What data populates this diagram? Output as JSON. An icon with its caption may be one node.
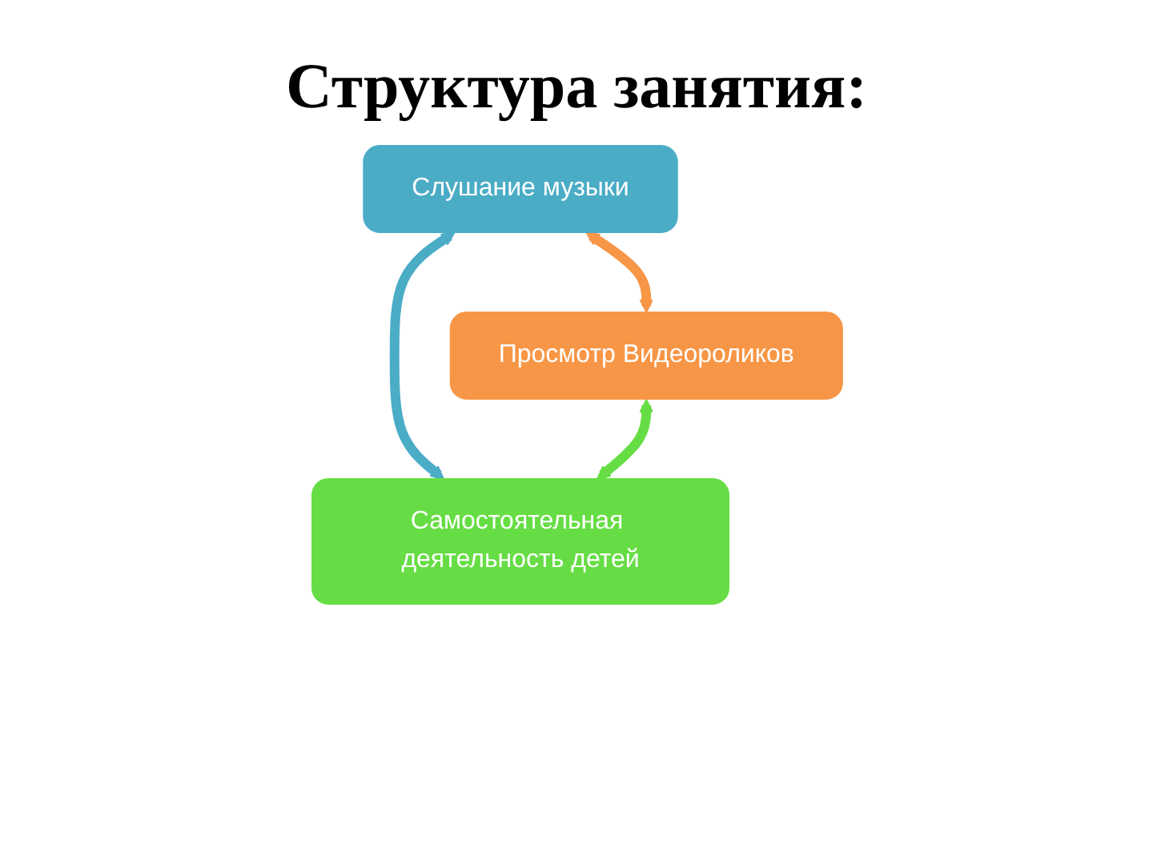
{
  "diagram": {
    "title": "Структура занятия:",
    "nodes": [
      {
        "text": [
          "Слушание музыки"
        ]
      },
      {
        "text": [
          "Просмотр Видеороликов"
        ]
      },
      {
        "text": [
          "Самостоятельная деятельность детей"
        ]
      }
    ],
    "edges": [
      {
        "from": 0,
        "to": 1,
        "arrow": "both",
        "color": "#f79646"
      },
      {
        "from": 0,
        "to": 2,
        "arrow": "both",
        "color": "#4bacc6"
      },
      {
        "from": 1,
        "to": 2,
        "arrow": "both",
        "color": "#66dd44"
      }
    ]
  }
}
